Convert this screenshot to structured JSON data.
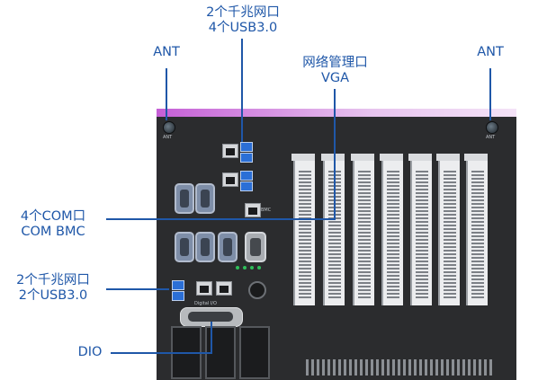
{
  "labels": {
    "top_center": [
      "2个千兆网口",
      "4个USB3.0"
    ],
    "ant_left": "ANT",
    "ant_right": "ANT",
    "net_vga": [
      "网络管理口",
      "VGA"
    ],
    "com": [
      "4个COM口",
      "COM BMC"
    ],
    "lan_usb": [
      "2个千兆网口",
      "2个USB3.0"
    ],
    "dio": "DIO"
  },
  "panel_text": {
    "ant_small_left": "ANT",
    "ant_small_right": "ANT",
    "bmc": "BMC",
    "dio_small": "Digital I/O"
  },
  "colors": {
    "label": "#1f57a8",
    "panel": "#2b2c2e",
    "accent": "#c55fd6",
    "usb": "#2b6fd6"
  }
}
